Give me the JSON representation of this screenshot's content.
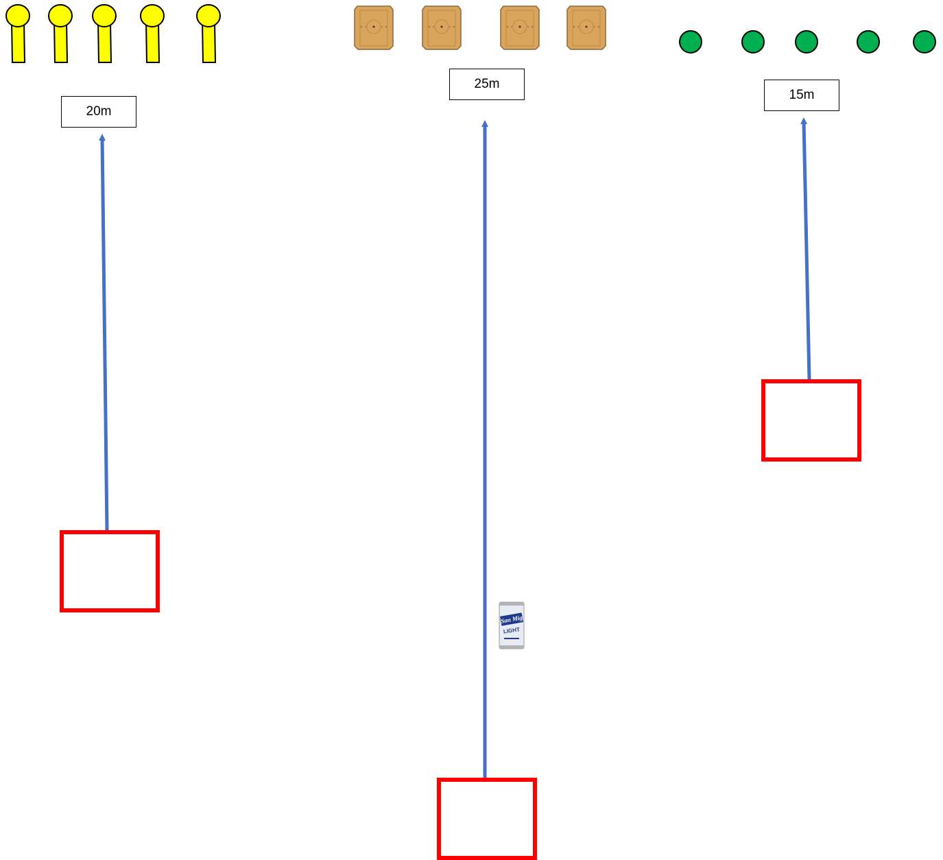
{
  "lanes": [
    {
      "id": "lane-left",
      "distance_label": "20m",
      "target_type": "yellow-popper",
      "target_count": 5,
      "target_color": "#ffff00"
    },
    {
      "id": "lane-center",
      "distance_label": "25m",
      "target_type": "cardboard-ipsc-target",
      "target_count": 4,
      "target_color": "#d9a45b"
    },
    {
      "id": "lane-right",
      "distance_label": "15m",
      "target_type": "green-steel-plate",
      "target_count": 5,
      "target_color": "#00b050"
    }
  ],
  "colors": {
    "arrow": "#4472c4",
    "shooting_box": "#ff0000",
    "label_border": "#000000"
  },
  "props": {
    "can": {
      "icon": "beer-can-icon",
      "text_line1": "San Mig",
      "text_line2": "LIGHT"
    }
  }
}
